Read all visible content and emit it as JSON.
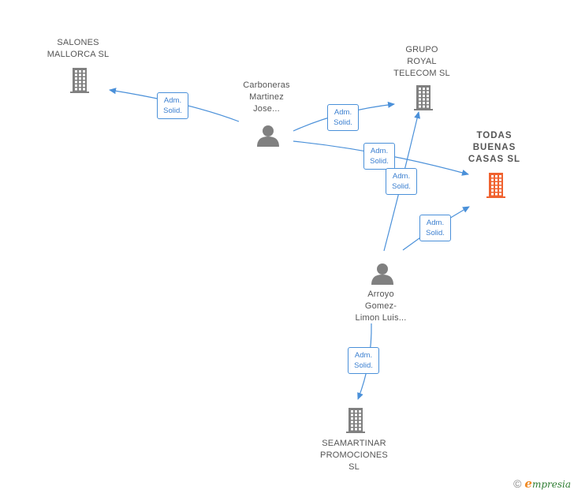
{
  "nodes": [
    {
      "id": "salones",
      "kind": "company",
      "label": "SALONES\nMALLORCA SL",
      "highlight": false
    },
    {
      "id": "grupo",
      "kind": "company",
      "label": "GRUPO\nROYAL\nTELECOM SL",
      "highlight": false
    },
    {
      "id": "todas",
      "kind": "company",
      "label": "TODAS\nBUENAS\nCASAS SL",
      "highlight": true
    },
    {
      "id": "seamartinar",
      "kind": "company",
      "label": "SEAMARTINAR\nPROMOCIONES\nSL",
      "highlight": false
    },
    {
      "id": "carboneras",
      "kind": "person",
      "label": "Carboneras\nMartinez\nJose...",
      "highlight": false
    },
    {
      "id": "arroyo",
      "kind": "person",
      "label": "Arroyo\nGomez-\nLimon Luis...",
      "highlight": false
    }
  ],
  "edges": [
    {
      "from": "carboneras",
      "to": "salones",
      "label": "Adm.\nSolid."
    },
    {
      "from": "carboneras",
      "to": "grupo",
      "label": "Adm.\nSolid."
    },
    {
      "from": "carboneras",
      "to": "todas",
      "label": "Adm.\nSolid."
    },
    {
      "from": "arroyo",
      "to": "grupo",
      "label": "Adm.\nSolid."
    },
    {
      "from": "arroyo",
      "to": "todas",
      "label": "Adm.\nSolid."
    },
    {
      "from": "arroyo",
      "to": "seamartinar",
      "label": "Adm.\nSolid."
    }
  ],
  "colors": {
    "edge": "#4a90d9",
    "company_icon": "#808080",
    "highlight_icon": "#f0622f",
    "person_icon": "#808080"
  },
  "icons": {
    "company": "building-icon",
    "person": "person-icon"
  },
  "footer": {
    "copyright": "©",
    "brand_initial": "e",
    "brand_rest": "mpresia"
  }
}
